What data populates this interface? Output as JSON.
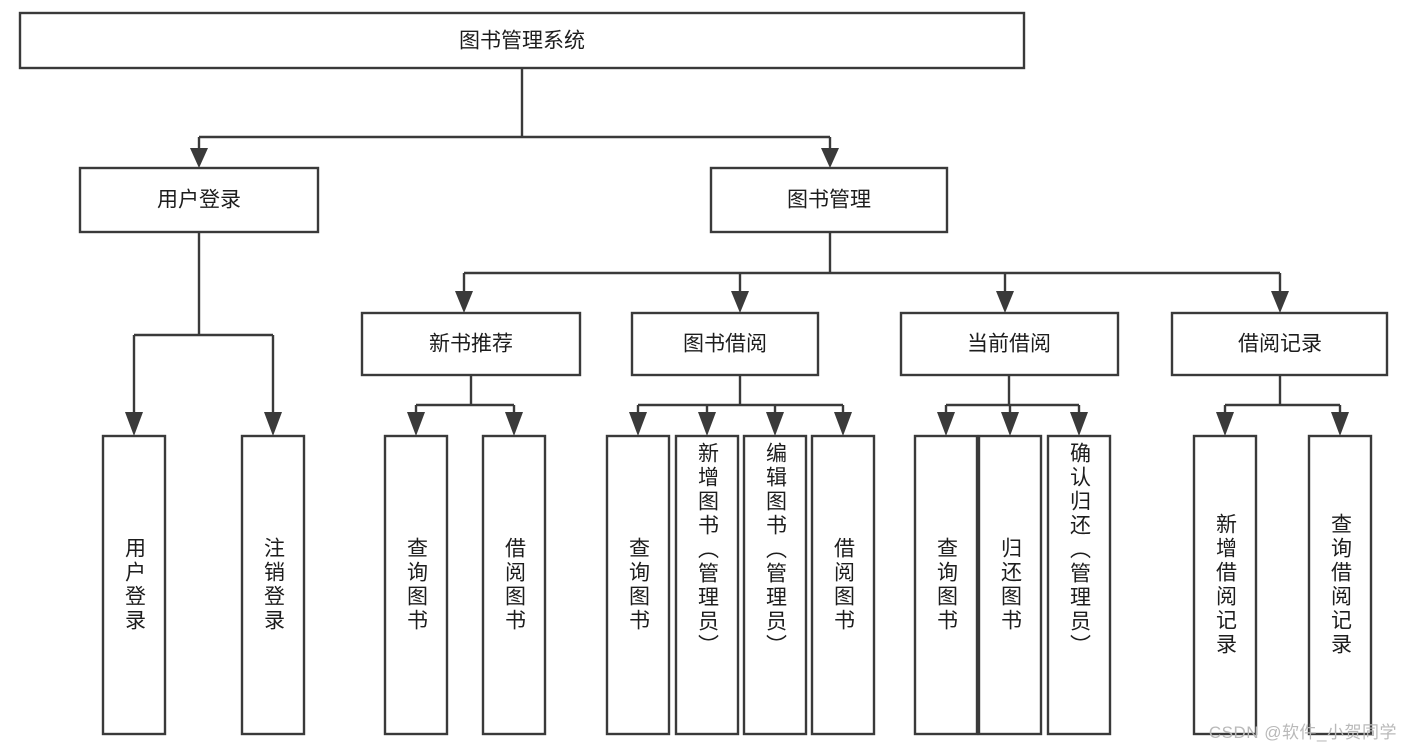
{
  "diagram": {
    "type": "tree-hierarchy-chart",
    "title": "图书管理系统",
    "orientation": "top-down",
    "colors": {
      "box_stroke": "#3a3a3a",
      "box_fill": "#ffffff",
      "connector": "#3a3a3a",
      "label": "#1d1d1d",
      "background": "#ffffff",
      "watermark": "#b9b9b9"
    },
    "levels": {
      "root": {
        "label": "图书管理系统"
      },
      "level2": [
        {
          "id": "user-login",
          "label": "用户登录"
        },
        {
          "id": "book-management",
          "label": "图书管理"
        }
      ],
      "level3": [
        {
          "id": "new-book-recommend",
          "label": "新书推荐",
          "parent": "book-management"
        },
        {
          "id": "book-borrow",
          "label": "图书借阅",
          "parent": "book-management"
        },
        {
          "id": "current-borrow",
          "label": "当前借阅",
          "parent": "book-management"
        },
        {
          "id": "borrow-record",
          "label": "借阅记录",
          "parent": "book-management"
        }
      ],
      "leaves": [
        {
          "id": "leaf-user-login",
          "label": "用户登录",
          "parent": "user-login"
        },
        {
          "id": "leaf-logout-login",
          "label": "注销登录",
          "parent": "user-login"
        },
        {
          "id": "leaf-query-book-1",
          "label": "查询图书",
          "parent": "new-book-recommend"
        },
        {
          "id": "leaf-borrow-book-1",
          "label": "借阅图书",
          "parent": "new-book-recommend"
        },
        {
          "id": "leaf-query-book-2",
          "label": "查询图书",
          "parent": "book-borrow"
        },
        {
          "id": "leaf-add-book",
          "label": "新增图书（管理员）",
          "parent": "book-borrow"
        },
        {
          "id": "leaf-edit-book",
          "label": "编辑图书（管理员）",
          "parent": "book-borrow"
        },
        {
          "id": "leaf-borrow-book-2",
          "label": "借阅图书",
          "parent": "book-borrow"
        },
        {
          "id": "leaf-query-book-3",
          "label": "查询图书",
          "parent": "current-borrow"
        },
        {
          "id": "leaf-return-book",
          "label": "归还图书",
          "parent": "current-borrow"
        },
        {
          "id": "leaf-confirm-return",
          "label": "确认归还（管理员）",
          "parent": "current-borrow"
        },
        {
          "id": "leaf-add-record",
          "label": "新增借阅记录",
          "parent": "borrow-record"
        },
        {
          "id": "leaf-query-record",
          "label": "查询借阅记录",
          "parent": "borrow-record"
        }
      ]
    },
    "watermark": "CSDN @软件_小贺同学"
  }
}
